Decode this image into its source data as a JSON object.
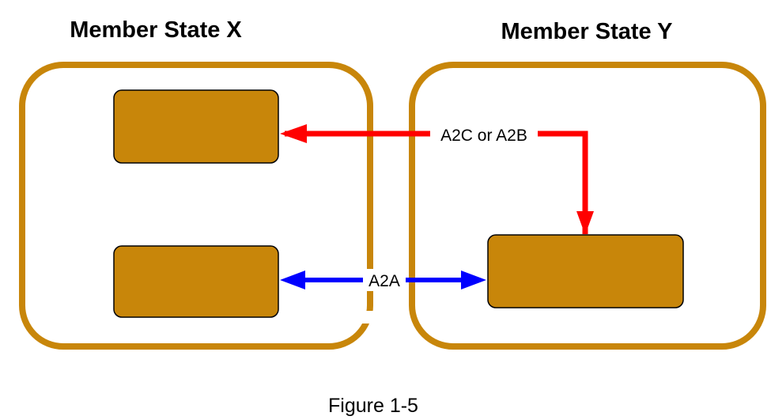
{
  "diagram": {
    "left_state": {
      "title": "Member State X"
    },
    "right_state": {
      "title": "Member State Y"
    },
    "connections": {
      "upper": {
        "label": "A2C or A2B",
        "color": "#ff0000"
      },
      "lower": {
        "label": "A2A",
        "color": "#0000ff"
      }
    },
    "colors": {
      "container_border": "#c8860a",
      "box_fill": "#c8860a",
      "box_border": "#000000"
    },
    "caption": "Figure 1-5"
  }
}
